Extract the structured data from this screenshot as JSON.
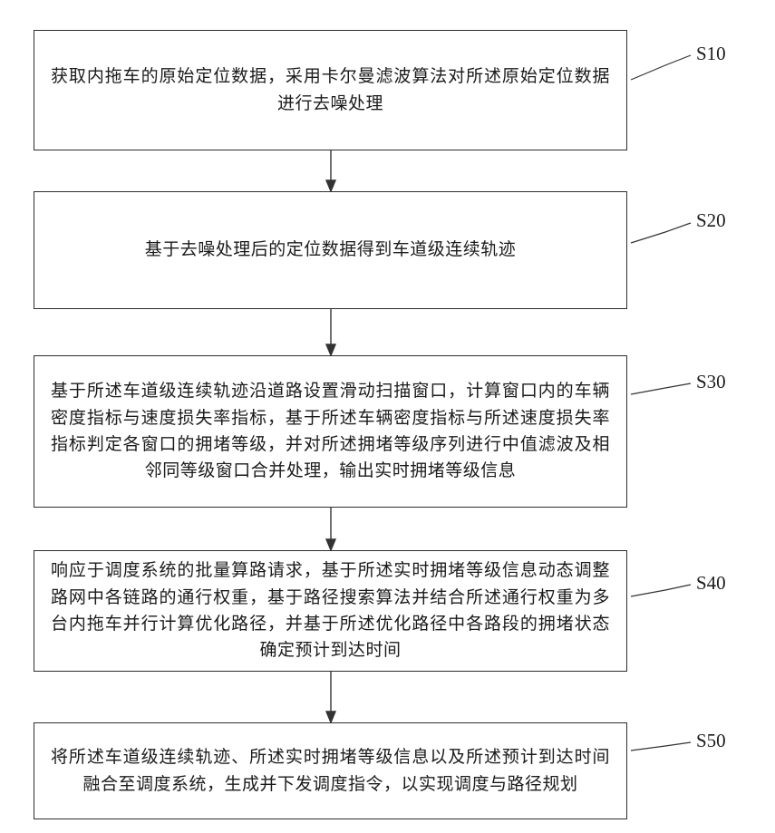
{
  "figure": {
    "background_color": "#ffffff",
    "box_border_color": "#2e2e2e",
    "text_color": "#1b1b1b",
    "connector_color": "#333333"
  },
  "steps": [
    {
      "label": "S10",
      "text": "获取内拖车的原始定位数据，采用卡尔曼滤波算法对所述原始定位数据进行去噪处理"
    },
    {
      "label": "S20",
      "text": "基于去噪处理后的定位数据得到车道级连续轨迹"
    },
    {
      "label": "S30",
      "text": "基于所述车道级连续轨迹沿道路设置滑动扫描窗口，计算窗口内的车辆密度指标与速度损失率指标，基于所述车辆密度指标与所述速度损失率指标判定各窗口的拥堵等级，并对所述拥堵等级序列进行中值滤波及相邻同等级窗口合并处理，输出实时拥堵等级信息"
    },
    {
      "label": "S40",
      "text": "响应于调度系统的批量算路请求，基于所述实时拥堵等级信息动态调整路网中各链路的通行权重，基于路径搜索算法并结合所述通行权重为多台内拖车并行计算优化路径，并基于所述优化路径中各路段的拥堵状态确定预计到达时间"
    },
    {
      "label": "S50",
      "text": "将所述车道级连续轨迹、所述实时拥堵等级信息以及所述预计到达时间融合至调度系统，生成并下发调度指令，以实现调度与路径规划"
    }
  ]
}
